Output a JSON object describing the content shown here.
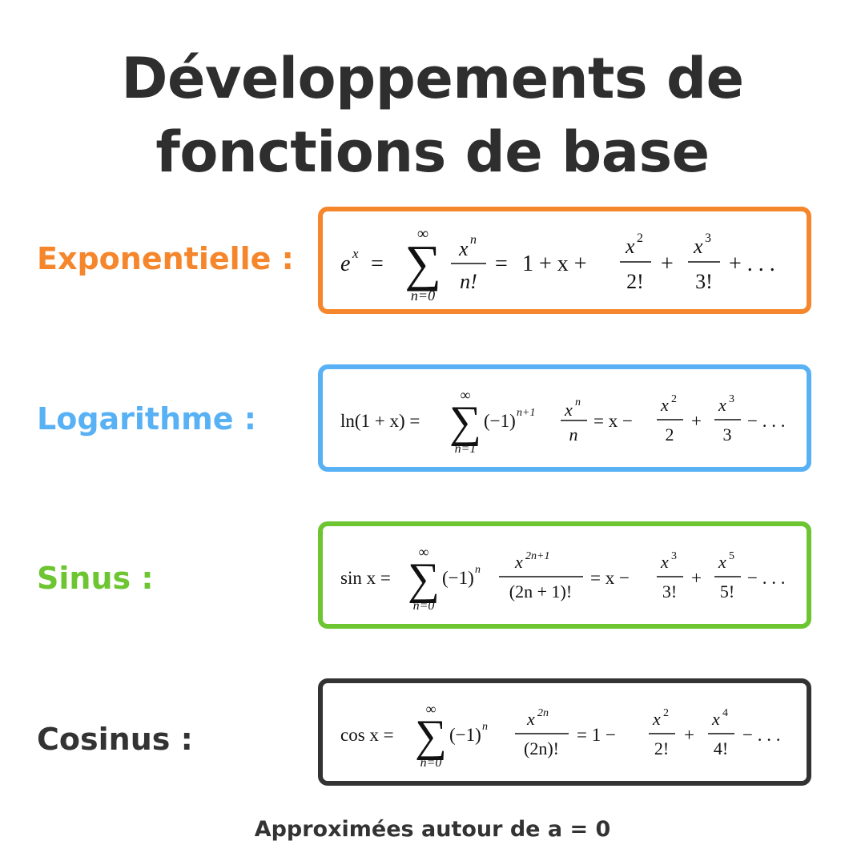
{
  "title": {
    "line1": "Développements de",
    "line2": "fonctions de base"
  },
  "colors": {
    "exp": "#f5862b",
    "log": "#58b1f5",
    "sin": "#6dc531",
    "cos": "#333333",
    "title": "#2e2e2e"
  },
  "rows": [
    {
      "label": "Exponentielle :"
    },
    {
      "label": "Logarithme :"
    },
    {
      "label": "Sinus :"
    },
    {
      "label": "Cosinus :"
    }
  ],
  "formulas": {
    "exp": {
      "lhs": "e",
      "lhs_sup": "x",
      "eq": "=",
      "sum_top": "∞",
      "sum_sym": "∑",
      "sum_bot": "n=0",
      "frac_num": "x",
      "frac_num_sup": "n",
      "frac_den": "n!",
      "eq2": "=",
      "expansion": "1 + x +",
      "t2_num": "x",
      "t2_sup": "2",
      "t2_den": "2!",
      "plus": "+",
      "t3_num": "x",
      "t3_sup": "3",
      "t3_den": "3!",
      "tail": "+ . . ."
    },
    "log": {
      "lhs": "ln(1 + x) =",
      "sum_top": "∞",
      "sum_sym": "∑",
      "sum_bot": "n=1",
      "sign": "(−1)",
      "sign_sup": "n+1",
      "frac_num": "x",
      "frac_num_sup": "n",
      "frac_den": "n",
      "eq2": "= x −",
      "t2_num": "x",
      "t2_sup": "2",
      "t2_den": "2",
      "plus": "+",
      "t3_num": "x",
      "t3_sup": "3",
      "t3_den": "3",
      "tail": "− . . ."
    },
    "sin": {
      "lhs": "sin x =",
      "sum_top": "∞",
      "sum_sym": "∑",
      "sum_bot": "n=0",
      "sign": "(−1)",
      "sign_sup": "n",
      "frac_num": "x",
      "frac_num_sup": "2n+1",
      "frac_den": "(2n + 1)!",
      "eq2": "= x −",
      "t2_num": "x",
      "t2_sup": "3",
      "t2_den": "3!",
      "plus": "+",
      "t3_num": "x",
      "t3_sup": "5",
      "t3_den": "5!",
      "tail": "− . . ."
    },
    "cos": {
      "lhs": "cos x =",
      "sum_top": "∞",
      "sum_sym": "∑",
      "sum_bot": "n=0",
      "sign": "(−1)",
      "sign_sup": "n",
      "frac_num": "x",
      "frac_num_sup": "2n",
      "frac_den": "(2n)!",
      "eq2": "= 1 −",
      "t2_num": "x",
      "t2_sup": "2",
      "t2_den": "2!",
      "plus": "+",
      "t3_num": "x",
      "t3_sup": "4",
      "t3_den": "4!",
      "tail": "− . . ."
    }
  },
  "footer": "Approximées autour de a = 0"
}
